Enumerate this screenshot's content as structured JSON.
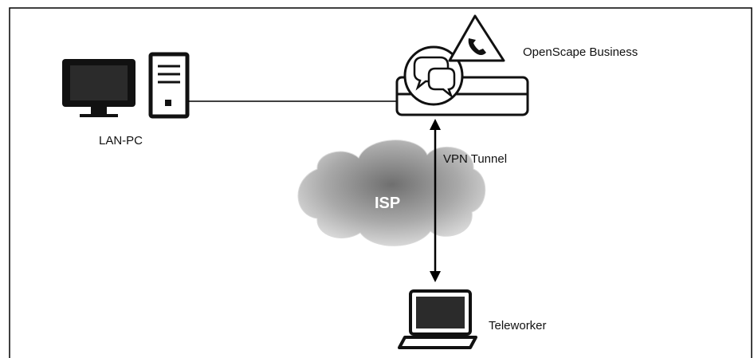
{
  "nodes": {
    "lan_pc": {
      "label": "LAN-PC",
      "icon": "desktop-computer-icon"
    },
    "openscape": {
      "label": "OpenScape Business",
      "icon": "communication-system-icon"
    },
    "isp": {
      "label": "ISP",
      "icon": "cloud-icon"
    },
    "teleworker": {
      "label": "Teleworker",
      "icon": "laptop-icon"
    }
  },
  "edges": {
    "lan_link": {
      "from": "LAN-PC",
      "to": "OpenScape Business"
    },
    "vpn": {
      "label": "VPN Tunnel",
      "from": "OpenScape Business",
      "to": "Teleworker"
    }
  },
  "colors": {
    "line": "#000000",
    "cloud_light": "#e6e6e6",
    "cloud_dark": "#7a7a7a"
  }
}
